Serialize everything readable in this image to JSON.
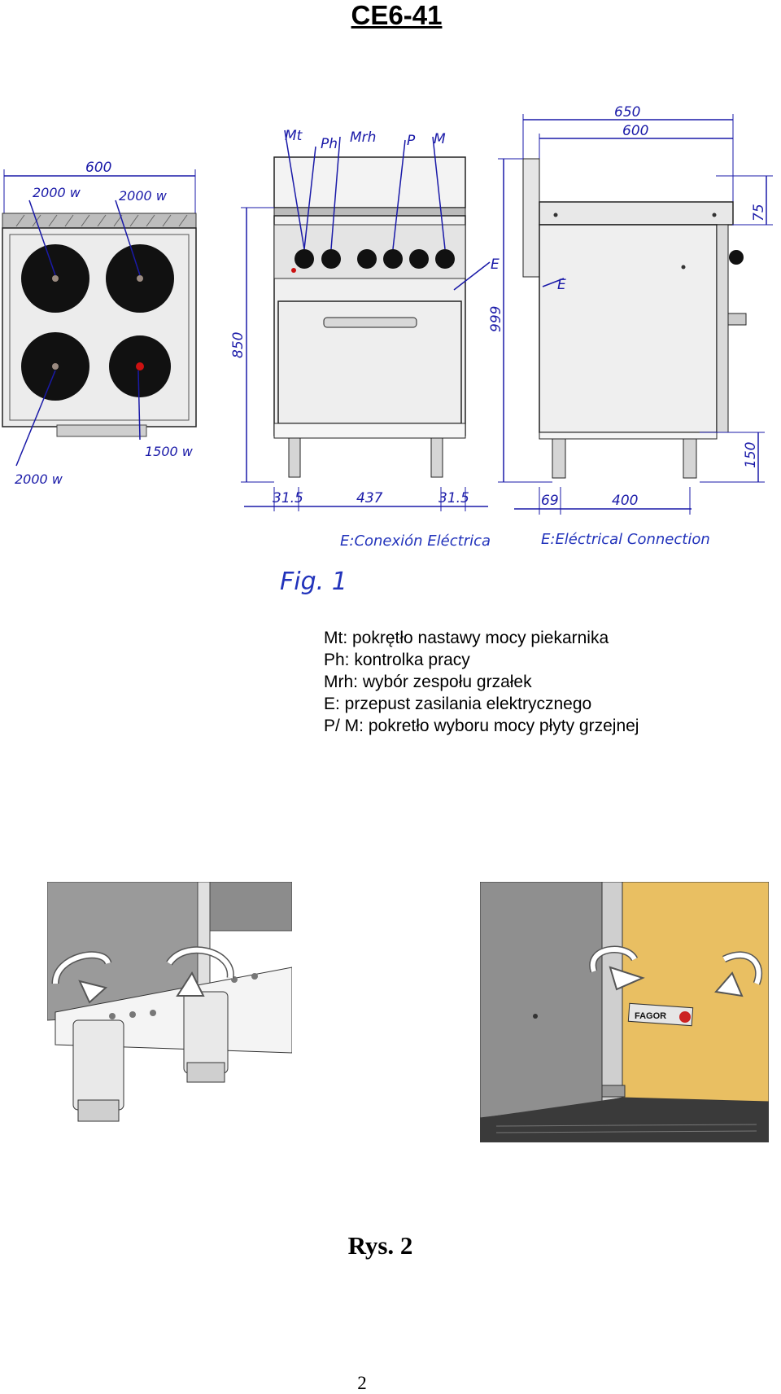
{
  "title": "CE6-41",
  "figure1": {
    "label": "Fig. 1",
    "caption_es": "E:Conexión Eléctrica",
    "caption_en": "E:Eléctrical Connection",
    "top_view": {
      "width_dim": "600",
      "burners": [
        "2000 w",
        "2000 w",
        "2000 w",
        "1500 w"
      ]
    },
    "front_view": {
      "callouts": [
        "Mt",
        "Ph",
        "Mrh",
        "P",
        "M",
        "E"
      ],
      "height_dim": "850",
      "bottom_dims": [
        "31.5",
        "437",
        "31.5"
      ]
    },
    "side_view": {
      "width_outer": "650",
      "width_inner": "600",
      "height_total": "999",
      "top_dim": "75",
      "leg_dim": "150",
      "bottom_dims": [
        "69",
        "400"
      ],
      "callout": "E"
    }
  },
  "legend": [
    "Mt: pokrętło  nastawy mocy piekarnika",
    "Ph: kontrolka pracy",
    "Mrh: wybór zespołu grzałek",
    "E: przepust zasilania elektrycznego",
    "P/ M: pokretło wyboru mocy płyty grzejnej"
  ],
  "figure2": {
    "label": "Rys. 2",
    "brand": "FAGOR"
  },
  "page_number": "2",
  "colors": {
    "dimension_blue": "#1a1aa8",
    "caption_blue": "#2233bb",
    "panel_yellow": "#e9bf62"
  }
}
